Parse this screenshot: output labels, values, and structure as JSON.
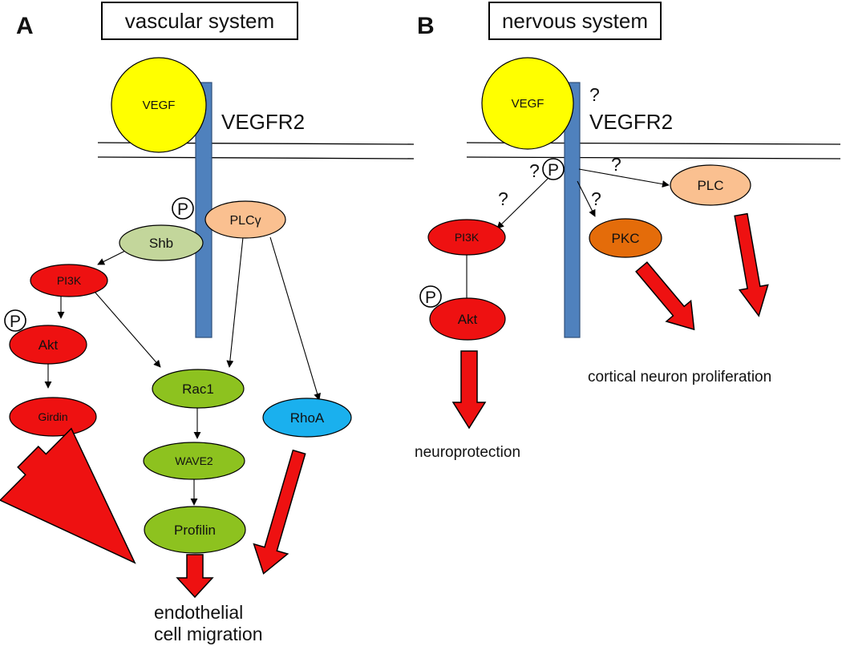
{
  "panels": {
    "A": {
      "letter": "A",
      "title": "vascular system",
      "receptor": "VEGFR2",
      "outcome_line1": "endothelial",
      "outcome_line2": "cell migration"
    },
    "B": {
      "letter": "B",
      "title": "nervous system",
      "receptor": "VEGFR2",
      "receptor_question": "?",
      "outcome_neuro": "neuroprotection",
      "outcome_cortical": "cortical neuron proliferation"
    }
  },
  "phospho_label": "P",
  "question_mark": "?",
  "nodes": {
    "A": {
      "vegf": {
        "label": "VEGF",
        "color": "#ffff00"
      },
      "shb": {
        "label": "Shb",
        "color": "#c3d69b"
      },
      "plcg": {
        "label": "PLCγ",
        "color": "#fac090"
      },
      "pi3k": {
        "label": "PI3K",
        "color": "#ee1111"
      },
      "akt": {
        "label": "Akt",
        "color": "#ee1111"
      },
      "girdin": {
        "label": "Girdin",
        "color": "#ee1111"
      },
      "rac1": {
        "label": "Rac1",
        "color": "#8dc21f"
      },
      "wave2": {
        "label": "WAVE2",
        "color": "#8dc21f"
      },
      "profilin": {
        "label": "Profilin",
        "color": "#8dc21f"
      },
      "rhoa": {
        "label": "RhoA",
        "color": "#1ab0ee"
      }
    },
    "B": {
      "vegf": {
        "label": "VEGF",
        "color": "#ffff00"
      },
      "plc": {
        "label": "PLC",
        "color": "#fac090"
      },
      "pi3k": {
        "label": "PI3K",
        "color": "#ee1111"
      },
      "pkc": {
        "label": "PKC",
        "color": "#e46c0a"
      },
      "akt": {
        "label": "Akt",
        "color": "#ee1111"
      }
    }
  },
  "colors": {
    "receptor": "#4f81bd",
    "big_arrow": "#ee1111"
  }
}
